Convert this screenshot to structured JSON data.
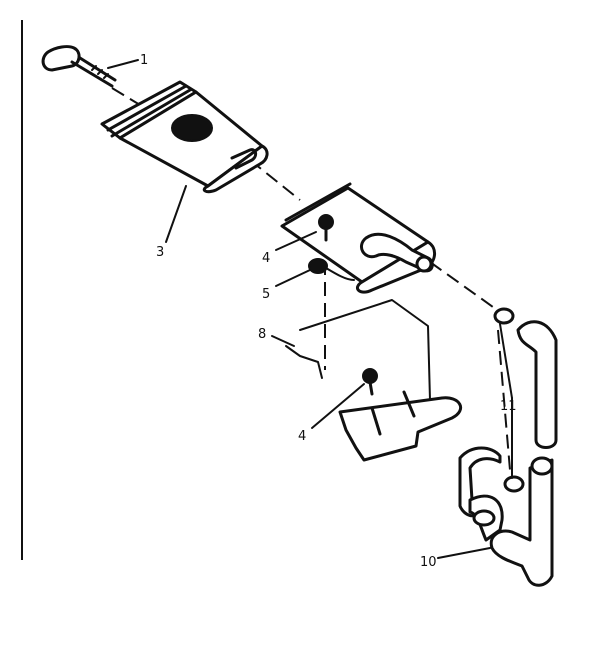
{
  "callouts": {
    "c1": "1",
    "c3": "3",
    "c4a": "4",
    "c5": "5",
    "c8": "8",
    "c4b": "4",
    "c11": "11",
    "c10": "10"
  }
}
